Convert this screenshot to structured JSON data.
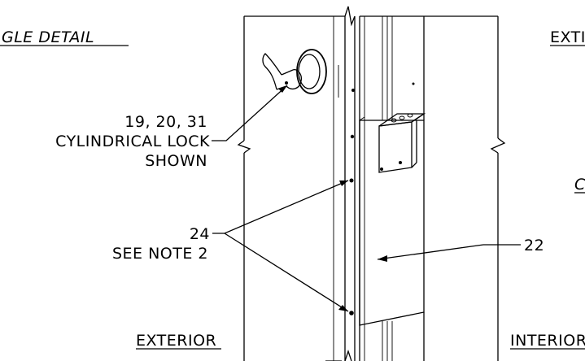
{
  "labels": {
    "detail_title": "GLE DETAIL",
    "exterior_top_right": "EXTI",
    "lock_callout": "19, 20, 31",
    "lock_desc_line1": "CYLINDRICAL LOCK",
    "lock_desc_line2": "SHOWN",
    "hinge_callout": "24",
    "hinge_note": "SEE NOTE 2",
    "plate_callout": "22",
    "partial_c": "C",
    "exterior_bottom": "EXTERIOR",
    "interior_bottom": "INTERIOR"
  }
}
